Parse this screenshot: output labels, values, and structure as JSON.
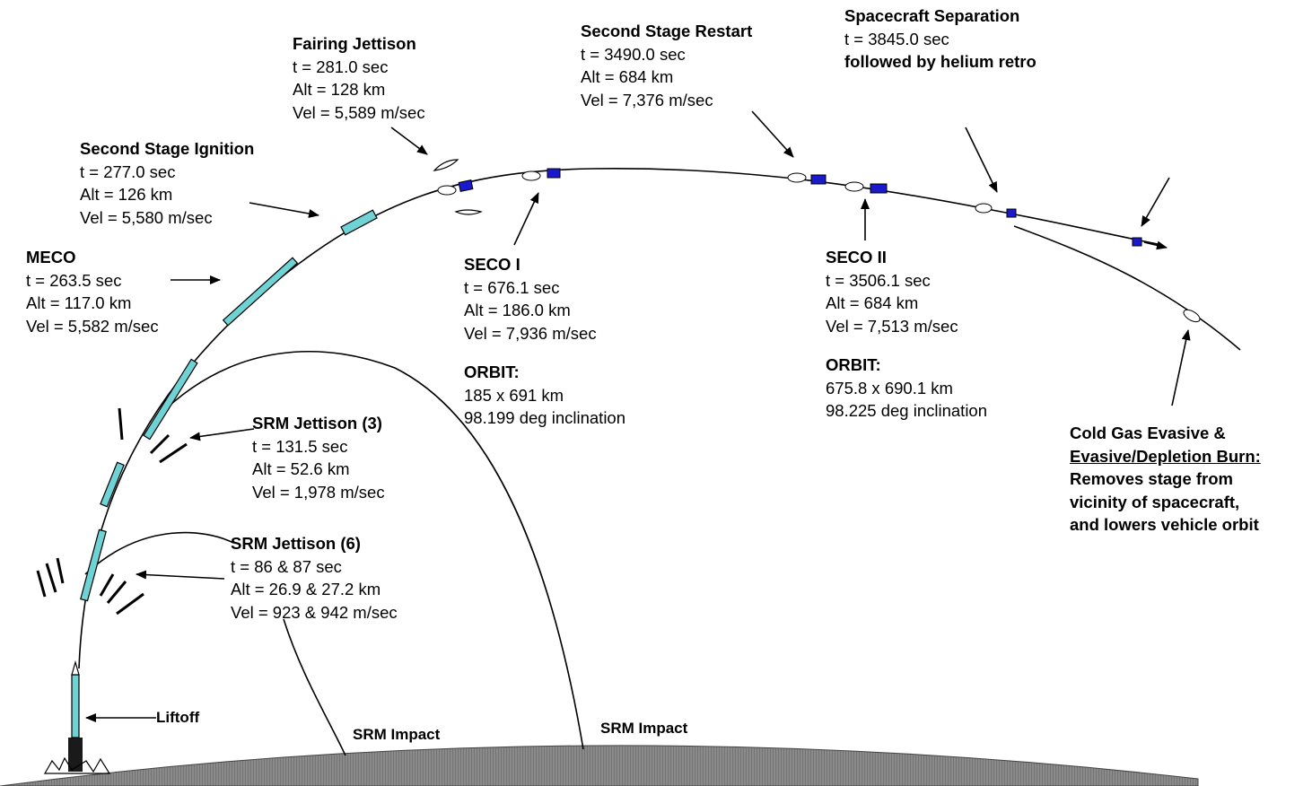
{
  "events": {
    "fairing": {
      "title": "Fairing Jettison",
      "lines": [
        "t = 281.0 sec",
        "Alt = 128 km",
        "Vel = 5,589 m/sec"
      ]
    },
    "second_stage_ignition": {
      "title": "Second Stage Ignition",
      "lines": [
        "t = 277.0 sec",
        "Alt = 126 km",
        "Vel = 5,580 m/sec"
      ]
    },
    "meco": {
      "title": "MECO",
      "lines": [
        "t = 263.5 sec",
        "Alt = 117.0 km",
        "Vel = 5,582 m/sec"
      ]
    },
    "seco1": {
      "title": "SECO I",
      "lines": [
        "t = 676.1 sec",
        "Alt = 186.0 km",
        "Vel = 7,936 m/sec"
      ],
      "orbit_title": "ORBIT:",
      "orbit_lines": [
        "185 x 691 km",
        "98.199 deg inclination"
      ]
    },
    "second_stage_restart": {
      "title": "Second Stage Restart",
      "lines": [
        "t = 3490.0 sec",
        "Alt = 684 km",
        "Vel = 7,376 m/sec"
      ]
    },
    "seco2": {
      "title": "SECO II",
      "lines": [
        "t = 3506.1 sec",
        "Alt = 684 km",
        "Vel = 7,513 m/sec"
      ],
      "orbit_title": "ORBIT:",
      "orbit_lines": [
        "675.8 x 690.1 km",
        "98.225 deg inclination"
      ]
    },
    "spacecraft_separation": {
      "title": "Spacecraft Separation",
      "lines": [
        "t = 3845.0 sec"
      ],
      "note": "followed by helium retro"
    },
    "srm_jettison_3": {
      "title": "SRM Jettison (3)",
      "lines": [
        "t = 131.5 sec",
        "Alt = 52.6 km",
        "Vel = 1,978 m/sec"
      ]
    },
    "srm_jettison_6": {
      "title": "SRM Jettison (6)",
      "lines": [
        "t = 86 & 87 sec",
        "Alt = 26.9 & 27.2 km",
        "Vel = 923 & 942 m/sec"
      ]
    },
    "cold_gas": {
      "title_line": "Cold Gas Evasive &",
      "underlined": "Evasive/Depletion Burn:",
      "lines": [
        "Removes stage from",
        "vicinity of spacecraft,",
        "and lowers vehicle orbit"
      ]
    }
  },
  "labels": {
    "liftoff": "Liftoff",
    "srm_impact_1": "SRM Impact",
    "srm_impact_2": "SRM Impact"
  },
  "colors": {
    "vehicle_body": "#6fd3d6",
    "payload": "#1a1acc",
    "ground": "#7a7a7a"
  }
}
